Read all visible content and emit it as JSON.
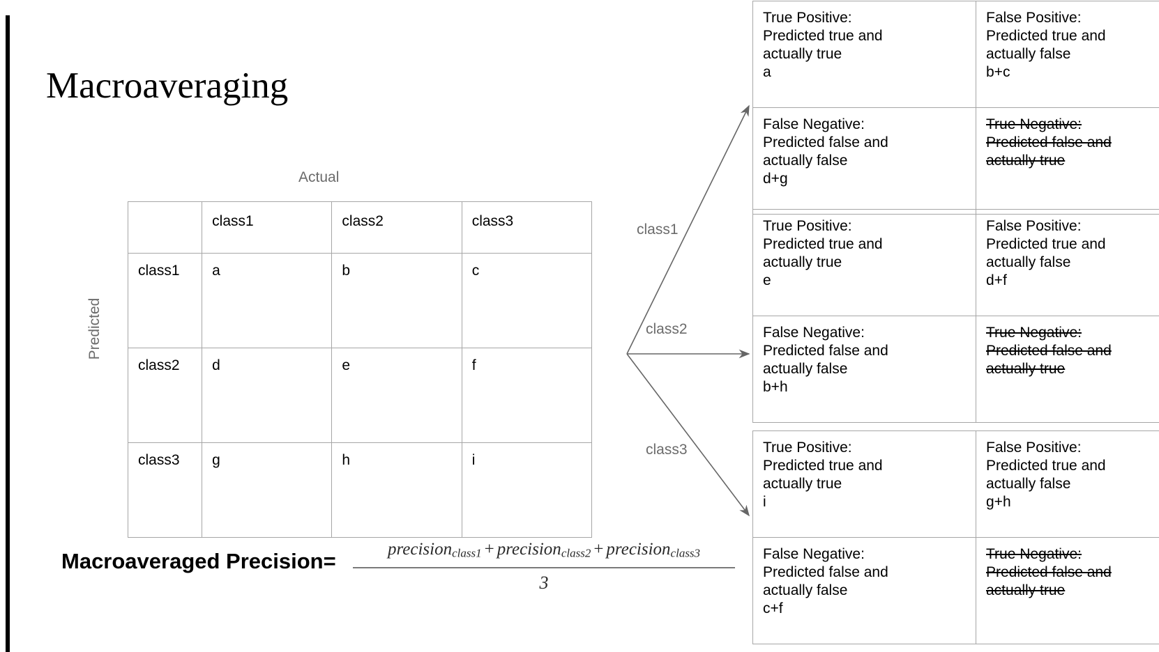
{
  "slide": {
    "title": "Macroaveraging"
  },
  "matrix": {
    "axis_x_label": "Actual",
    "axis_y_label": "Predicted",
    "corner_label": "",
    "col_headers": [
      "class1",
      "class2",
      "class3"
    ],
    "row_headers": [
      "class1",
      "class2",
      "class3"
    ],
    "cells": [
      [
        "a",
        "b",
        "c"
      ],
      [
        "d",
        "e",
        "f"
      ],
      [
        "g",
        "h",
        "i"
      ]
    ]
  },
  "arrows": [
    {
      "label": "class1"
    },
    {
      "label": "class2"
    },
    {
      "label": "class3"
    }
  ],
  "binary_tables": [
    {
      "name": "class1",
      "tp": {
        "title": "True Positive:",
        "line1": "Predicted true and",
        "line2": "actually true",
        "value": "a",
        "struck": false
      },
      "fp": {
        "title": "False Positive:",
        "line1": "Predicted true and",
        "line2": "actually false",
        "value": "b+c",
        "struck": false
      },
      "fn": {
        "title": "False Negative:",
        "line1": "Predicted false and",
        "line2": "actually false",
        "value": "d+g",
        "struck": false
      },
      "tn": {
        "title": "True Negative:",
        "line1": "Predicted false and",
        "line2": "actually true",
        "value": "",
        "struck": true
      }
    },
    {
      "name": "class2",
      "tp": {
        "title": "True Positive:",
        "line1": "Predicted true and",
        "line2": "actually true",
        "value": "e",
        "struck": false
      },
      "fp": {
        "title": "False Positive:",
        "line1": "Predicted true and",
        "line2": "actually false",
        "value": "d+f",
        "struck": false
      },
      "fn": {
        "title": "False Negative:",
        "line1": "Predicted false and",
        "line2": "actually false",
        "value": "b+h",
        "struck": false
      },
      "tn": {
        "title": "True Negative:",
        "line1": "Predicted false and",
        "line2": "actually true",
        "value": "",
        "struck": true
      }
    },
    {
      "name": "class3",
      "tp": {
        "title": "True Positive:",
        "line1": "Predicted true and",
        "line2": "actually true",
        "value": "i",
        "struck": false
      },
      "fp": {
        "title": "False Positive:",
        "line1": "Predicted true and",
        "line2": "actually false",
        "value": "g+h",
        "struck": false
      },
      "fn": {
        "title": "False Negative:",
        "line1": "Predicted false and",
        "line2": "actually false",
        "value": "c+f",
        "struck": false
      },
      "tn": {
        "title": "True Negative:",
        "line1": "Predicted false and",
        "line2": "actually true",
        "value": "",
        "struck": true
      }
    }
  ],
  "formula": {
    "label": "Macroaveraged Precision=",
    "numerator_terms": [
      "precision",
      "precision",
      "precision"
    ],
    "numerator_subscripts": [
      "class1",
      "class2",
      "class3"
    ],
    "operator": "+",
    "denominator": "3"
  },
  "colors": {
    "grid_line": "#a6a6a6",
    "muted_text": "#6b6b6b",
    "accent_bar": "#000000",
    "arrow": "#666666"
  }
}
